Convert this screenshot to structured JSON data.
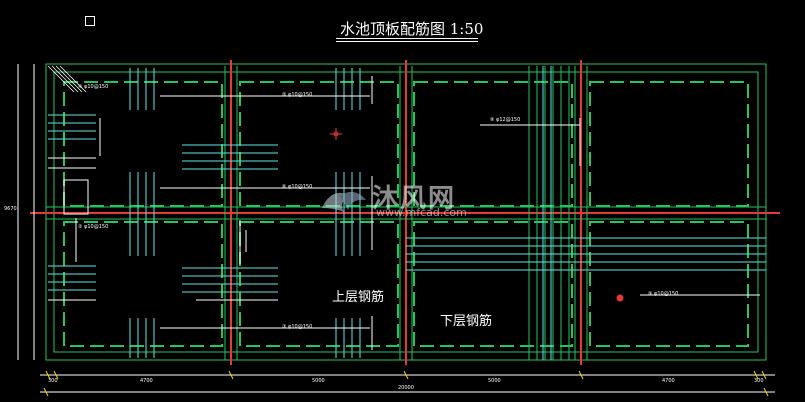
{
  "drawing": {
    "title": "水池顶板配筋图 1:50",
    "label_upper": "上层钢筋",
    "label_lower": "下层钢筋"
  },
  "watermark": {
    "brand": "沐风网",
    "url": "www.mfcad.com"
  },
  "dimensions": {
    "bottom": [
      "300",
      "4700",
      "5000",
      "5000",
      "4700",
      "300"
    ],
    "total": "20000",
    "left_total": "9670"
  },
  "rebar_notes": [
    {
      "id": "r1",
      "text": "⑤ φ10@150"
    },
    {
      "id": "r2",
      "text": "⑥ φ10@150"
    },
    {
      "id": "r3",
      "text": "③ φ10@150"
    },
    {
      "id": "r4",
      "text": "⑧ φ12@150"
    },
    {
      "id": "r5",
      "text": "⑨ φ10@150"
    },
    {
      "id": "r6",
      "text": "④ φ10@150"
    },
    {
      "id": "r7",
      "text": "② φ10@150"
    }
  ],
  "colors": {
    "background": "#000000",
    "outline": "#22c55e",
    "rebar_cyan": "#5ee6e6",
    "rebar_white": "#ffffff",
    "axis_red": "#e53935",
    "dim_yellow": "#ffd400"
  }
}
